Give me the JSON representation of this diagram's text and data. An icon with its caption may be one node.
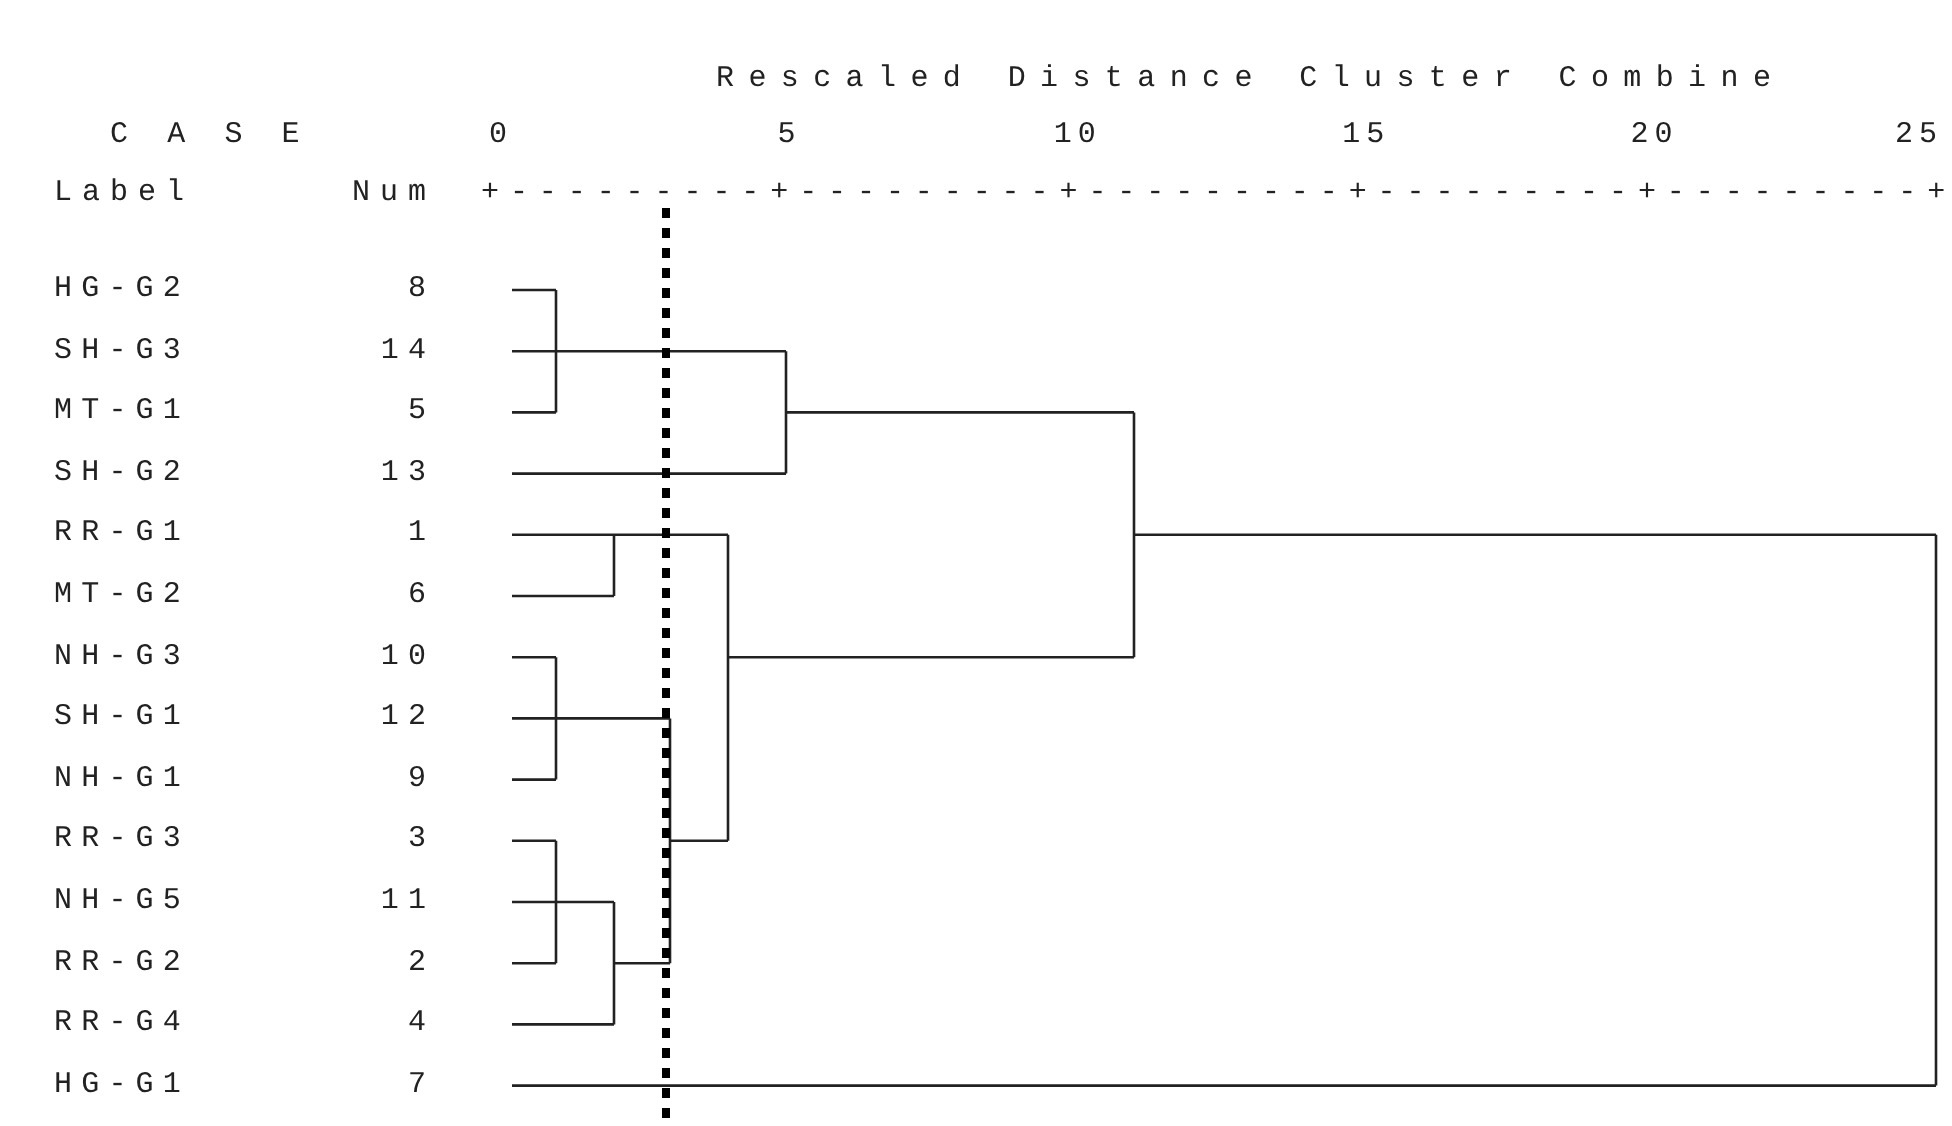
{
  "diagram": {
    "title": "Rescaled Distance Cluster Combine",
    "labels": [
      "C A S E",
      "0",
      "5",
      "10",
      "15",
      "20",
      "25",
      "Label",
      "Num",
      "+---------+---------+---------+---------+---------+",
      "HG-G2",
      "8",
      "SH-G3",
      "14",
      "MT-G1",
      "5",
      "SH-G2",
      "13",
      "RR-G1",
      "1",
      "MT-G2",
      "6",
      "NH-G3",
      "10",
      "SH-G1",
      "12",
      "NH-G1",
      "9",
      "RR-G3",
      "3",
      "NH-G5",
      "11",
      "RR-G2",
      "2",
      "RR-G4",
      "4",
      "HG-G1",
      "7"
    ]
  }
}
